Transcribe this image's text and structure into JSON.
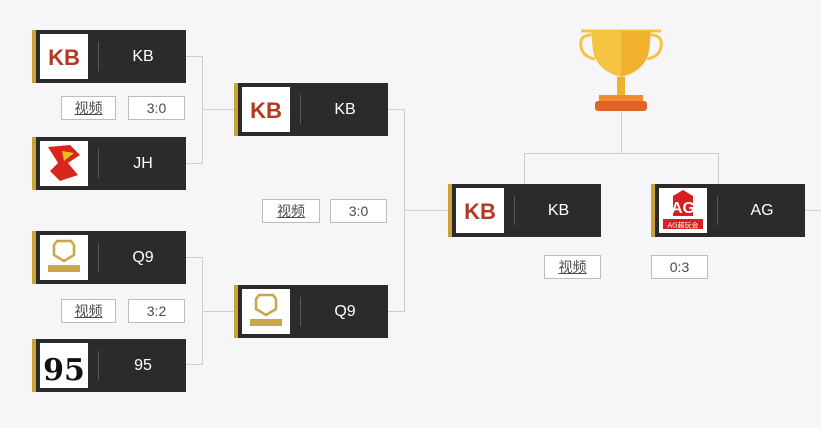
{
  "round1": {
    "match1": {
      "team_a": {
        "name": "KB",
        "logo": "kb-logo"
      },
      "team_b": {
        "name": "JH",
        "logo": "jh-logo"
      },
      "video_label": "视频",
      "score": "3:0"
    },
    "match2": {
      "team_a": {
        "name": "Q9",
        "logo": "q9-logo"
      },
      "team_b": {
        "name": "95",
        "logo": "95-logo"
      },
      "video_label": "视频",
      "score": "3:2"
    }
  },
  "semifinal": {
    "team_a": {
      "name": "KB",
      "logo": "kb-logo"
    },
    "team_b": {
      "name": "Q9",
      "logo": "q9-logo"
    },
    "video_label": "视频",
    "score": "3:0"
  },
  "final": {
    "team_a": {
      "name": "KB",
      "logo": "kb-logo"
    },
    "team_b": {
      "name": "AG",
      "logo": "ag-logo"
    },
    "video_label": "视频",
    "score": "0:3"
  },
  "colors": {
    "card_bg": "#2b2b2b",
    "card_accent": "#c8a436",
    "trophy_gold": "#f5c342",
    "trophy_base": "#e4622a"
  },
  "logo_texts": {
    "ag_caption": "AG超玩会"
  }
}
